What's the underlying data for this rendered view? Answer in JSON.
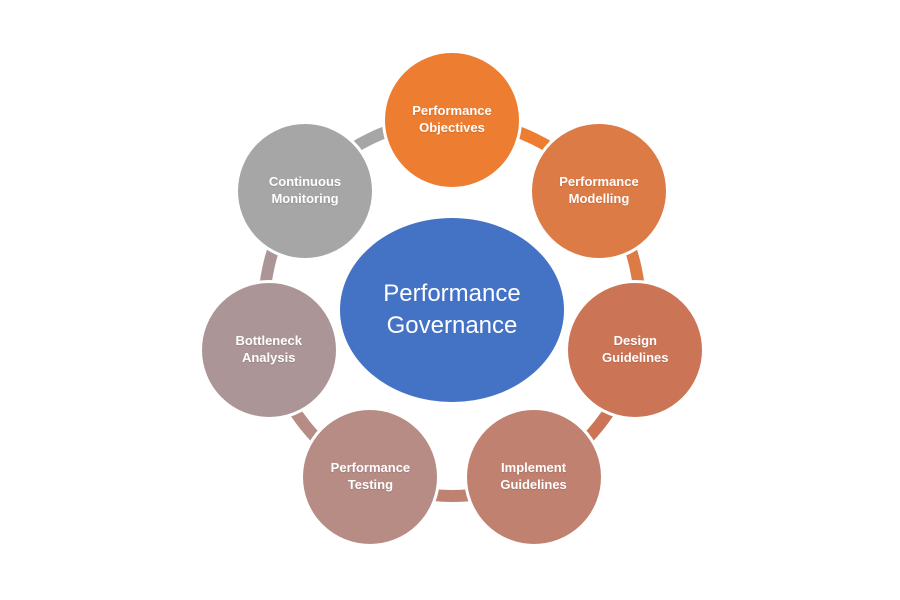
{
  "background": "#FFFFFF",
  "center": {
    "label": "Performance Governance",
    "color": "#4472C4",
    "text_color": "#FFFFFF"
  },
  "nodes": [
    {
      "label": "Performance Objectives",
      "color": "#ED7D31"
    },
    {
      "label": "Performance Modelling",
      "color": "#DC7B46"
    },
    {
      "label": "Design Guidelines",
      "color": "#CC7456"
    },
    {
      "label": "Implement Guidelines",
      "color": "#C08170"
    },
    {
      "label": "Performance Testing",
      "color": "#B68C85"
    },
    {
      "label": "Bottleneck Analysis",
      "color": "#AC9597"
    },
    {
      "label": "Continuous Monitoring",
      "color": "#A6A6A6"
    }
  ]
}
